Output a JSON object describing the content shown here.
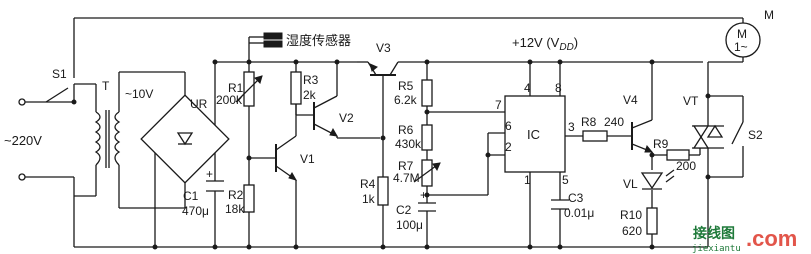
{
  "labels": {
    "s1": "S1",
    "t": "T",
    "v220": "~220V",
    "v10": "~10V",
    "ur": "UR",
    "r1": "R1",
    "r1_val": "200k",
    "sensor": "湿度传感器",
    "r3": "R3",
    "r3_val": "2k",
    "v1": "V1",
    "v2": "V2",
    "v3": "V3",
    "c1": "C1",
    "c1_val": "470μ",
    "r2": "R2",
    "r2_val": "18k",
    "r4": "R4",
    "r4_val": "1k",
    "vdd": "+12V (V",
    "vdd_sub": "DD",
    "vdd_close": ")",
    "r5": "R5",
    "r5_val": "6.2k",
    "r6": "R6",
    "r6_val": "430k",
    "r7": "R7",
    "r7_val": "4.7M",
    "c2": "C2",
    "c2_val": "100μ",
    "ic": "IC",
    "pin4": "4",
    "pin8": "8",
    "pin7": "7",
    "pin6": "6",
    "pin2": "2",
    "pin3": "3",
    "pin1": "1",
    "pin5": "5",
    "c3": "C3",
    "c3_val": "0.01μ",
    "r8": "R8",
    "r8_val": "240",
    "v4": "V4",
    "r9": "R9",
    "r9_val": "200",
    "vl": "VL",
    "r10": "R10",
    "r10_val": "620",
    "vt": "VT",
    "s2": "S2",
    "m": "M",
    "motor_m": "M",
    "motor_1": "1~"
  },
  "watermark": {
    "cn": "接线图",
    "url": "jiexiantu",
    "com": ".com"
  }
}
